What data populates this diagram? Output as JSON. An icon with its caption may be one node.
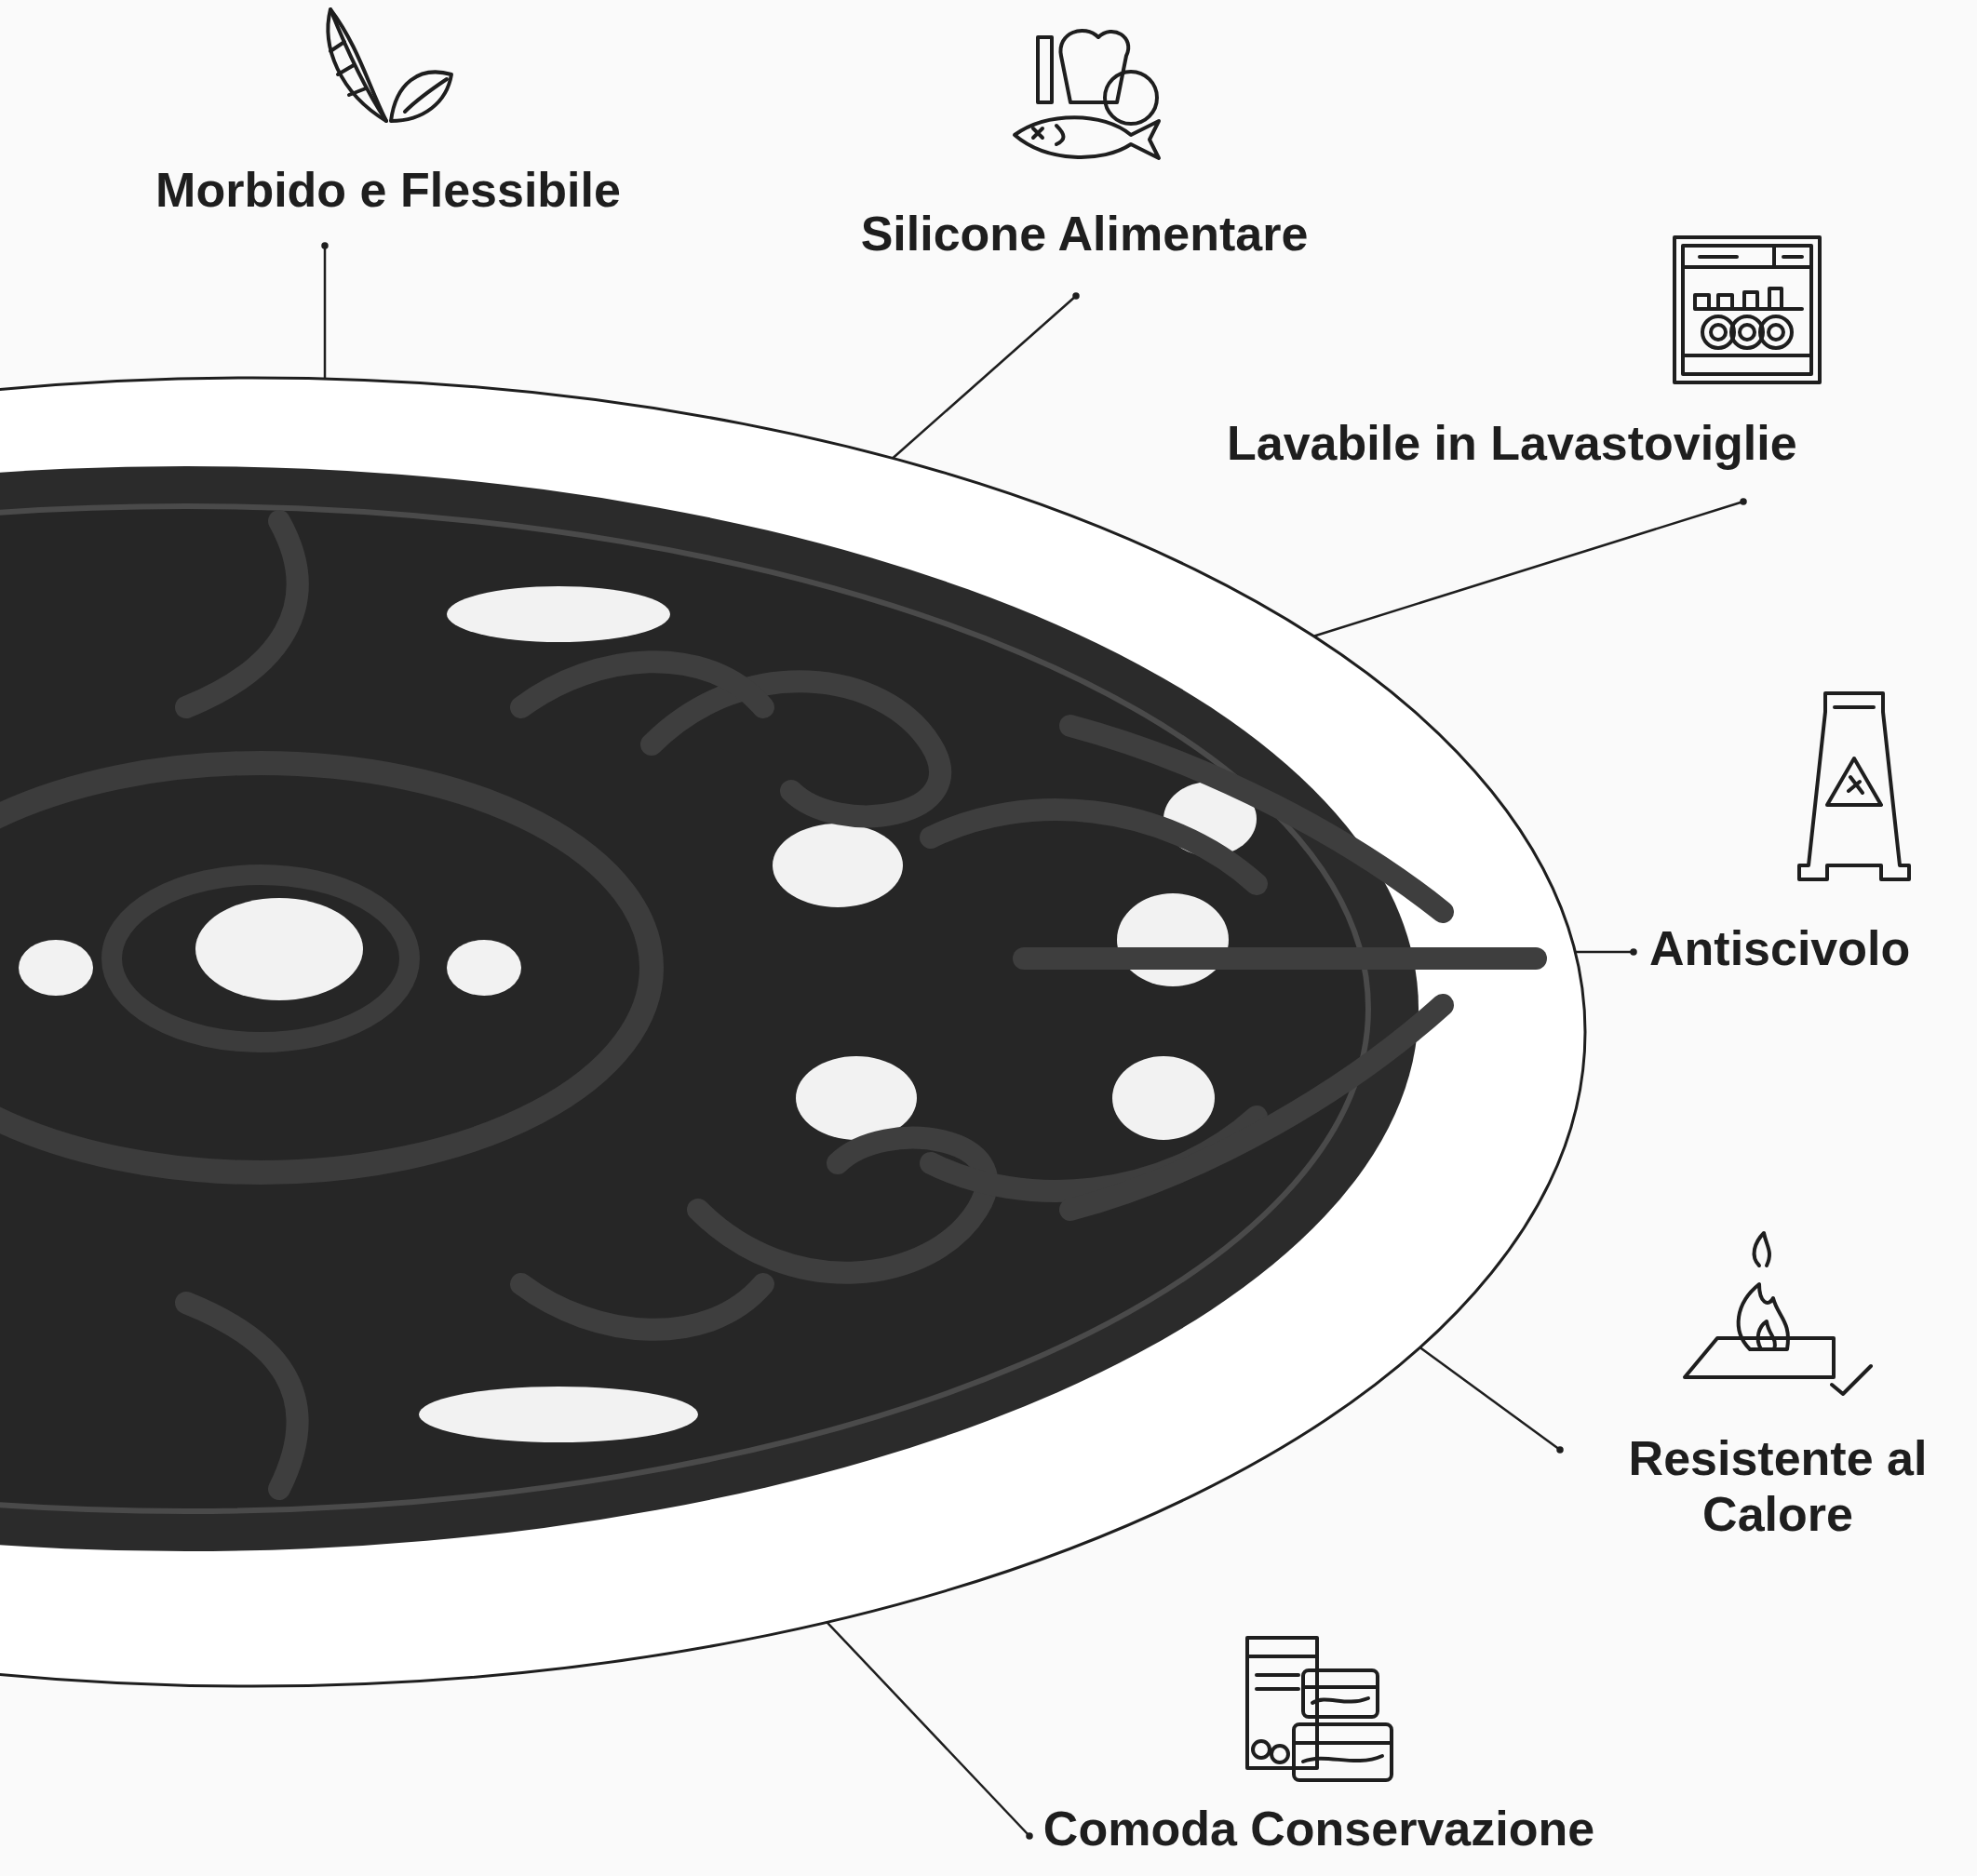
{
  "diagram": {
    "nodes": [
      {
        "text": [
          "Morbido e Flessibile"
        ]
      },
      {
        "text": [
          "Silicone Alimentare"
        ]
      },
      {
        "text": [
          "Lavabile in Lavastoviglie"
        ]
      },
      {
        "text": [
          "Antiscivolo"
        ]
      },
      {
        "text": [
          "Resistente al Calore"
        ]
      },
      {
        "text": [
          "Comoda Conservazione"
        ]
      },
      {
        "text": [],
        "shape": "picture"
      }
    ],
    "edges": [
      {
        "from": 0,
        "to": 6,
        "arrow": "other"
      },
      {
        "from": 1,
        "to": 6,
        "arrow": "other"
      },
      {
        "from": 2,
        "to": 6,
        "arrow": "other"
      },
      {
        "from": 3,
        "to": 6,
        "arrow": "other"
      },
      {
        "from": 4,
        "to": 6,
        "arrow": "other"
      },
      {
        "from": 5,
        "to": 6,
        "arrow": "other"
      }
    ]
  }
}
